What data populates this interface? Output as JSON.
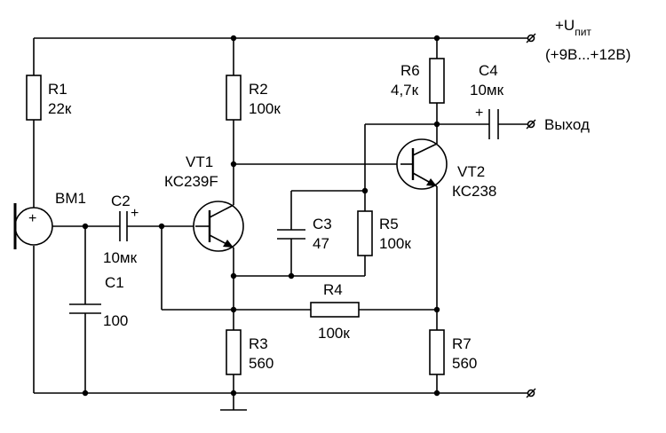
{
  "supply": {
    "label": "+U",
    "subscript": "пит",
    "range": "(+9В...+12В)"
  },
  "output": {
    "label": "Выход"
  },
  "mic": {
    "ref": "BM1",
    "sign": "+"
  },
  "R1": {
    "ref": "R1",
    "value": "22к"
  },
  "R2": {
    "ref": "R2",
    "value": "100к"
  },
  "R3": {
    "ref": "R3",
    "value": "560"
  },
  "R4": {
    "ref": "R4",
    "value": "100к"
  },
  "R5": {
    "ref": "R5",
    "value": "100к"
  },
  "R6": {
    "ref": "R6",
    "value": "4,7к"
  },
  "R7": {
    "ref": "R7",
    "value": "560"
  },
  "C1": {
    "ref": "C1",
    "value": "100"
  },
  "C2": {
    "ref": "C2",
    "value": "10мк",
    "sign": "+"
  },
  "C3": {
    "ref": "C3",
    "value": "47"
  },
  "C4": {
    "ref": "C4",
    "value": "10мк",
    "sign": "+"
  },
  "VT1": {
    "ref": "VT1",
    "type": "КС239F"
  },
  "VT2": {
    "ref": "VT2",
    "type": "КС238"
  }
}
